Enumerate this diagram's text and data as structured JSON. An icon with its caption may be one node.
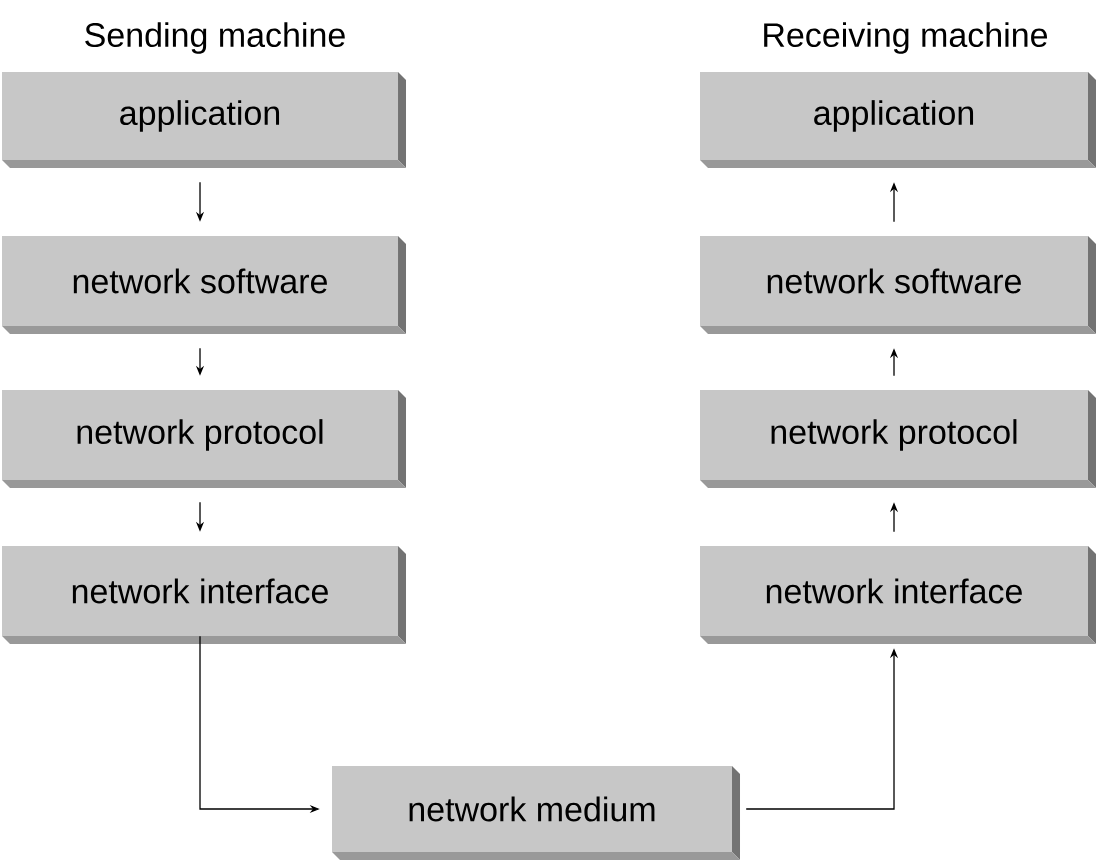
{
  "diagram": {
    "nodes": [
      {
        "text": [
          "application"
        ]
      },
      {
        "text": [
          "application"
        ]
      },
      {
        "text": [
          "network software"
        ]
      },
      {
        "text": [
          "network software"
        ]
      },
      {
        "text": [
          "network protocol"
        ]
      },
      {
        "text": [
          "network protocol"
        ]
      },
      {
        "text": [
          "network interface"
        ]
      },
      {
        "text": [
          "network interface"
        ]
      },
      {
        "text": [
          "network medium"
        ]
      }
    ],
    "edges": [
      {
        "from": 0,
        "to": 2,
        "arrow": "to"
      },
      {
        "from": 2,
        "to": 4,
        "arrow": "to"
      },
      {
        "from": 4,
        "to": 6,
        "arrow": "to"
      },
      {
        "from": 6,
        "to": 8,
        "arrow": "to"
      },
      {
        "from": 8,
        "to": 7,
        "arrow": "to"
      },
      {
        "from": 7,
        "to": 5,
        "arrow": "to"
      },
      {
        "from": 5,
        "to": 3,
        "arrow": "to"
      },
      {
        "from": 3,
        "to": 1,
        "arrow": "to"
      }
    ],
    "labels": [
      "Sending machine",
      "Receiving machine"
    ]
  }
}
